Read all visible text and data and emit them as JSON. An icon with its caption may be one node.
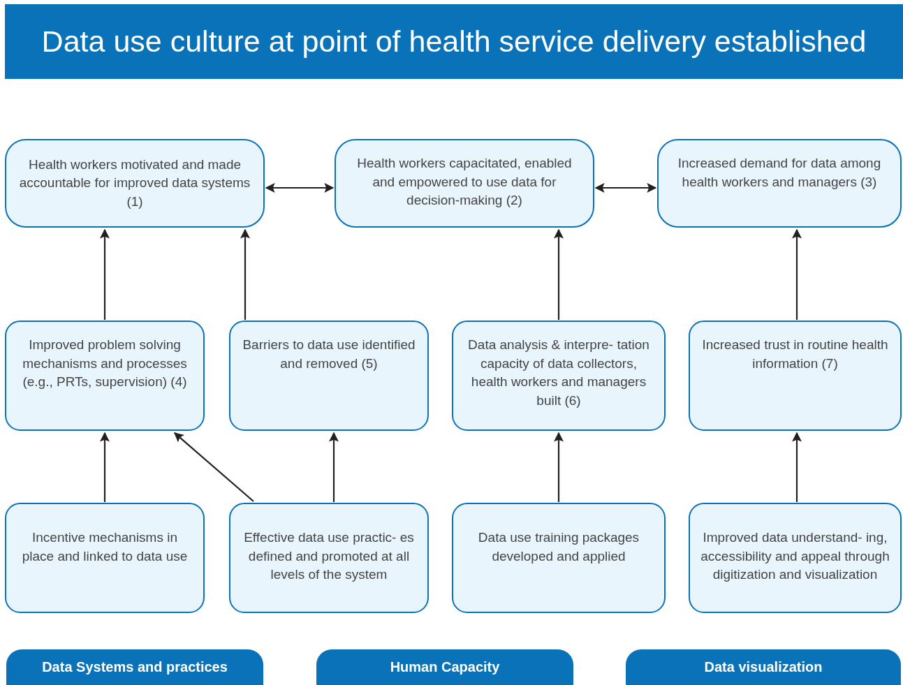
{
  "diagram": {
    "title": "Data use culture at point of health service delivery established",
    "nodes": [
      {
        "text": [
          "Health workers motivated and made accountable for improved data systems (1)"
        ]
      },
      {
        "text": [
          "Health workers capacitated, enabled and empowered to use data for decision-making (2)"
        ]
      },
      {
        "text": [
          "Increased demand for data among health workers and managers (3)"
        ]
      },
      {
        "text": [
          "Improved problem solving mechanisms and processes (e.g., PRTs, supervision) (4)"
        ]
      },
      {
        "text": [
          "Barriers to data use identified and removed (5)"
        ]
      },
      {
        "text": [
          "Data analysis & interpre- tation capacity of data collectors, health workers and managers built (6)"
        ]
      },
      {
        "text": [
          "Increased trust in routine health information (7)"
        ]
      },
      {
        "text": [
          "Incentive mechanisms in place and linked to data use"
        ]
      },
      {
        "text": [
          "Effective data use practic- es defined and promoted at all levels of the system"
        ]
      },
      {
        "text": [
          "Data use training packages developed and applied"
        ]
      },
      {
        "text": [
          "Improved data understand- ing, accessibility and appeal through digitization and visualization"
        ]
      },
      {
        "text": [
          "Data Systems and practices"
        ]
      },
      {
        "text": [
          "Human Capacity"
        ]
      },
      {
        "text": [
          "Data visualization"
        ]
      }
    ],
    "edges": [
      {
        "from": 0,
        "to": 1,
        "arrow": "both"
      },
      {
        "from": 1,
        "to": 2,
        "arrow": "both"
      },
      {
        "from": 3,
        "to": 0,
        "arrow": "to"
      },
      {
        "from": 4,
        "to": 0,
        "arrow": "to"
      },
      {
        "from": 5,
        "to": 1,
        "arrow": "to"
      },
      {
        "from": 6,
        "to": 2,
        "arrow": "to"
      },
      {
        "from": 7,
        "to": 3,
        "arrow": "to"
      },
      {
        "from": 8,
        "to": 3,
        "arrow": "to"
      },
      {
        "from": 8,
        "to": 4,
        "arrow": "to"
      },
      {
        "from": 9,
        "to": 5,
        "arrow": "to"
      },
      {
        "from": 10,
        "to": 6,
        "arrow": "to"
      }
    ]
  }
}
